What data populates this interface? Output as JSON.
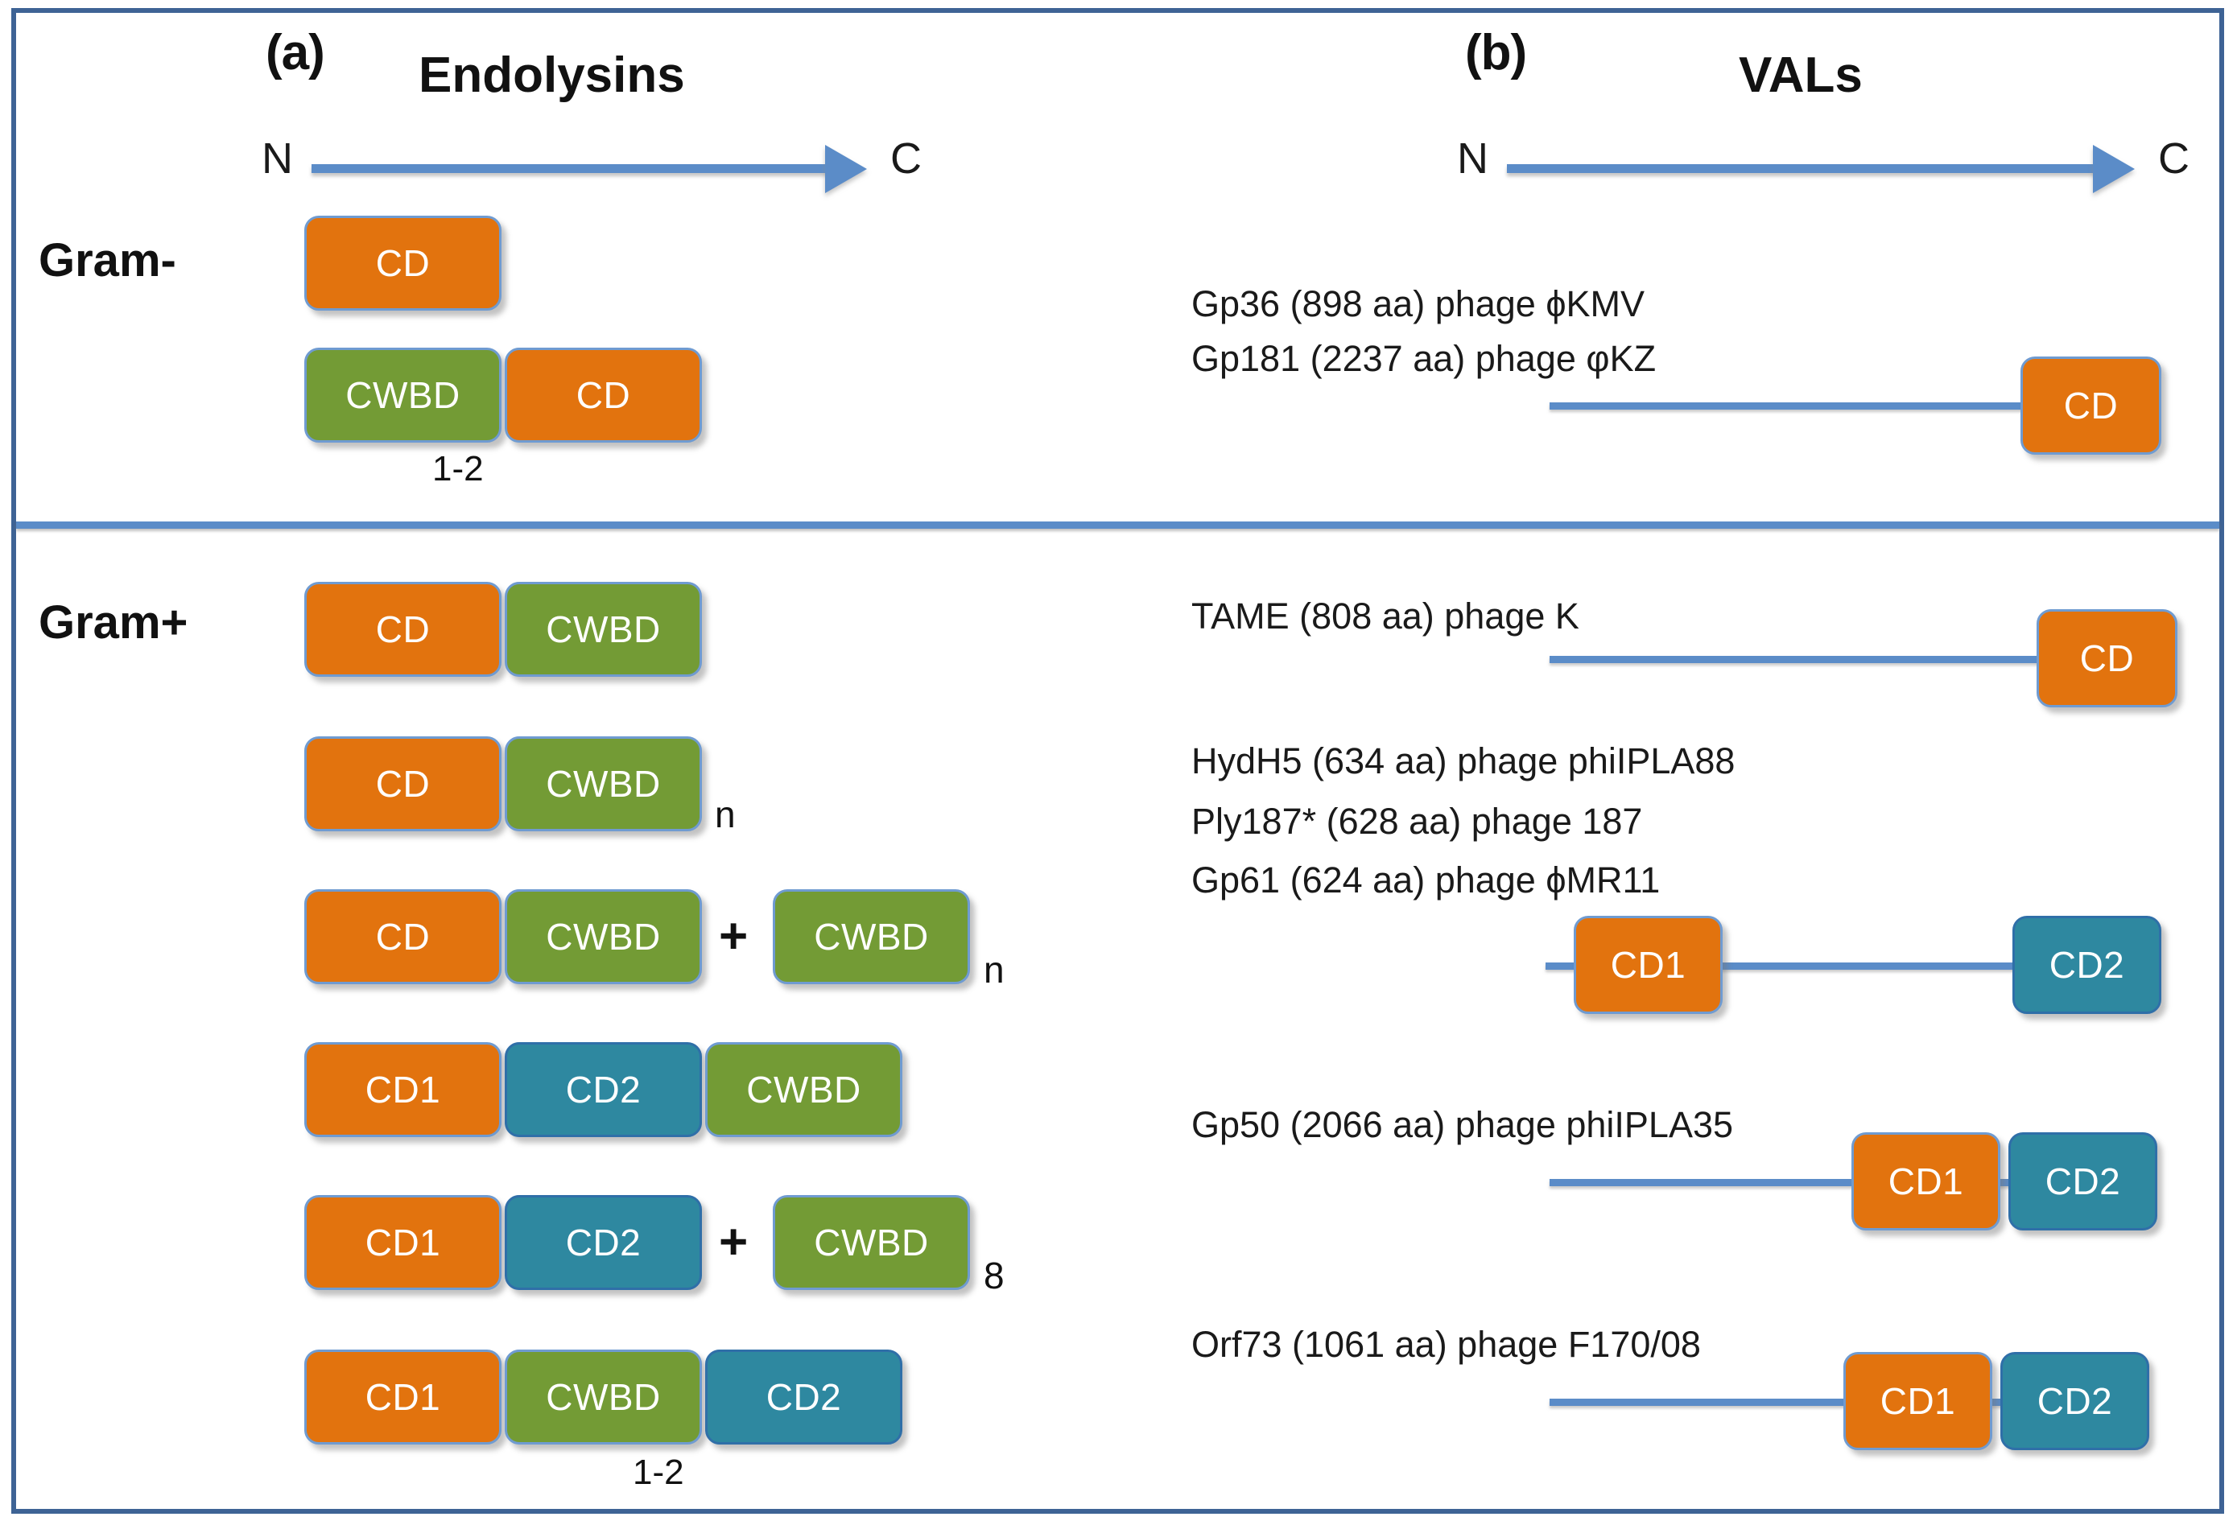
{
  "figure": {
    "panels": [
      {
        "tag": "(a)",
        "title": "Endolysins"
      },
      {
        "tag": "(b)",
        "title": "VALs"
      }
    ],
    "axis": {
      "n_terminus": "N",
      "c_terminus": "C"
    },
    "groups": [
      {
        "label": "Gram-"
      },
      {
        "label": "Gram+"
      }
    ],
    "colors": {
      "catalytic_domain": "#e2730e",
      "cell_wall_binding_domain": "#739b35",
      "catalytic_domain_2": "#2e88a0",
      "frame_blue": "#3e6395",
      "line_blue": "#5b8cc8"
    },
    "endolysins": {
      "gram_negative": [
        {
          "blocks": [
            {
              "label": "CD",
              "type": "cd"
            }
          ],
          "plus": "",
          "extra_blocks": [],
          "subscript": "",
          "count_below": ""
        },
        {
          "blocks": [
            {
              "label": "CWBD",
              "type": "cwbd"
            },
            {
              "label": "CD",
              "type": "cd"
            }
          ],
          "plus": "",
          "extra_blocks": [],
          "subscript": "",
          "count_below": "1-2"
        }
      ],
      "gram_positive": [
        {
          "blocks": [
            {
              "label": "CD",
              "type": "cd"
            },
            {
              "label": "CWBD",
              "type": "cwbd"
            }
          ],
          "plus": "",
          "extra_blocks": [],
          "subscript": "",
          "count_below": ""
        },
        {
          "blocks": [
            {
              "label": "CD",
              "type": "cd"
            },
            {
              "label": "CWBD",
              "type": "cwbd"
            }
          ],
          "plus": "",
          "extra_blocks": [],
          "subscript": "n",
          "count_below": ""
        },
        {
          "blocks": [
            {
              "label": "CD",
              "type": "cd"
            },
            {
              "label": "CWBD",
              "type": "cwbd"
            }
          ],
          "plus": "+",
          "extra_blocks": [
            {
              "label": "CWBD",
              "type": "cwbd"
            }
          ],
          "subscript": "n",
          "count_below": ""
        },
        {
          "blocks": [
            {
              "label": "CD1",
              "type": "cd"
            },
            {
              "label": "CD2",
              "type": "cd2"
            },
            {
              "label": "CWBD",
              "type": "cwbd"
            }
          ],
          "plus": "",
          "extra_blocks": [],
          "subscript": "",
          "count_below": ""
        },
        {
          "blocks": [
            {
              "label": "CD1",
              "type": "cd"
            },
            {
              "label": "CD2",
              "type": "cd2"
            }
          ],
          "plus": "+",
          "extra_blocks": [
            {
              "label": "CWBD",
              "type": "cwbd"
            }
          ],
          "subscript": "8",
          "count_below": ""
        },
        {
          "blocks": [
            {
              "label": "CD1",
              "type": "cd"
            },
            {
              "label": "CWBD",
              "type": "cwbd"
            },
            {
              "label": "CD2",
              "type": "cd2"
            }
          ],
          "plus": "",
          "extra_blocks": [],
          "subscript": "",
          "count_below": "1-2"
        }
      ]
    },
    "vals": {
      "gram_negative": [
        {
          "labels": [
            "Gp36 (898 aa) phage ϕKMV",
            "Gp181 (2237 aa) phage φKZ"
          ],
          "blocks": [
            {
              "label": "CD",
              "type": "cd"
            }
          ]
        }
      ],
      "gram_positive": [
        {
          "labels": [
            "TAME (808 aa) phage K"
          ],
          "blocks": [
            {
              "label": "CD",
              "type": "cd"
            }
          ]
        },
        {
          "labels": [
            "HydH5 (634 aa) phage phiIPLA88",
            "Ply187* (628 aa) phage 187",
            "Gp61 (624 aa) phage ϕMR11"
          ],
          "blocks": [
            {
              "label": "CD1",
              "type": "cd"
            },
            {
              "label": "CD2",
              "type": "cd2"
            }
          ]
        },
        {
          "labels": [
            "Gp50 (2066 aa) phage phiIPLA35"
          ],
          "blocks": [
            {
              "label": "CD1",
              "type": "cd"
            },
            {
              "label": "CD2",
              "type": "cd2"
            }
          ]
        },
        {
          "labels": [
            "Orf73 (1061 aa) phage F170/08"
          ],
          "blocks": [
            {
              "label": "CD1",
              "type": "cd"
            },
            {
              "label": "CD2",
              "type": "cd2"
            }
          ]
        }
      ]
    }
  }
}
